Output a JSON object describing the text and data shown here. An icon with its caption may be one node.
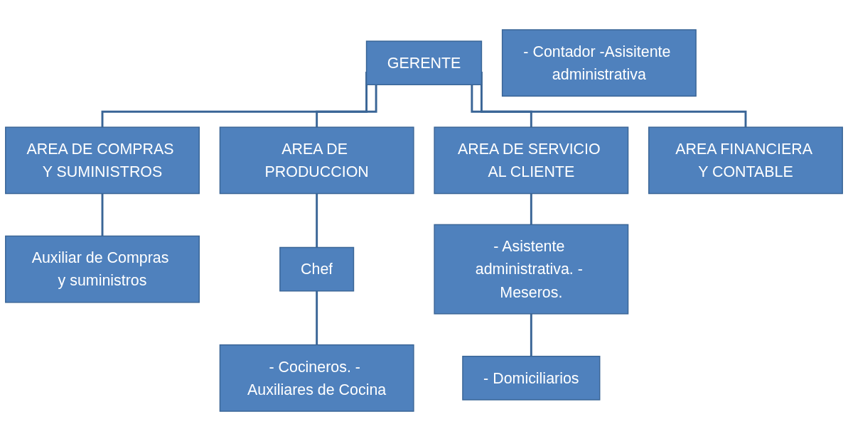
{
  "diagram": {
    "nodes": [
      {
        "text": [
          "GERENTE"
        ]
      },
      {
        "text": [
          "AREA DE COMPRAS Y SUMINISTROS"
        ]
      },
      {
        "text": [
          "AREA DE PRODUCCION"
        ]
      },
      {
        "text": [
          "AREA DE SERVICIO AL CLIENTE"
        ]
      },
      {
        "text": [
          "AREA FINANCIERA Y CONTABLE"
        ]
      },
      {
        "text": [
          "Auxiliar de Compras y suministros"
        ]
      },
      {
        "text": [
          "Chef"
        ]
      },
      {
        "text": [
          "- Asistente administrativa. - Meseros."
        ]
      },
      {
        "text": [
          "- Contador -Asisitente administrativa"
        ]
      },
      {
        "text": [
          "- Cocineros. - Auxiliares de Cocina"
        ]
      },
      {
        "text": [
          "- Domiciliarios"
        ]
      }
    ],
    "edges": [
      {
        "from": 0,
        "to": 1,
        "arrow": "none"
      },
      {
        "from": 0,
        "to": 2,
        "arrow": "none"
      },
      {
        "from": 0,
        "to": 3,
        "arrow": "none"
      },
      {
        "from": 0,
        "to": 4,
        "arrow": "none"
      },
      {
        "from": 1,
        "to": 5,
        "arrow": "none"
      },
      {
        "from": 2,
        "to": 6,
        "arrow": "none"
      },
      {
        "from": 3,
        "to": 7,
        "arrow": "none"
      },
      {
        "from": 6,
        "to": 9,
        "arrow": "none"
      },
      {
        "from": 7,
        "to": 10,
        "arrow": "none"
      }
    ]
  }
}
